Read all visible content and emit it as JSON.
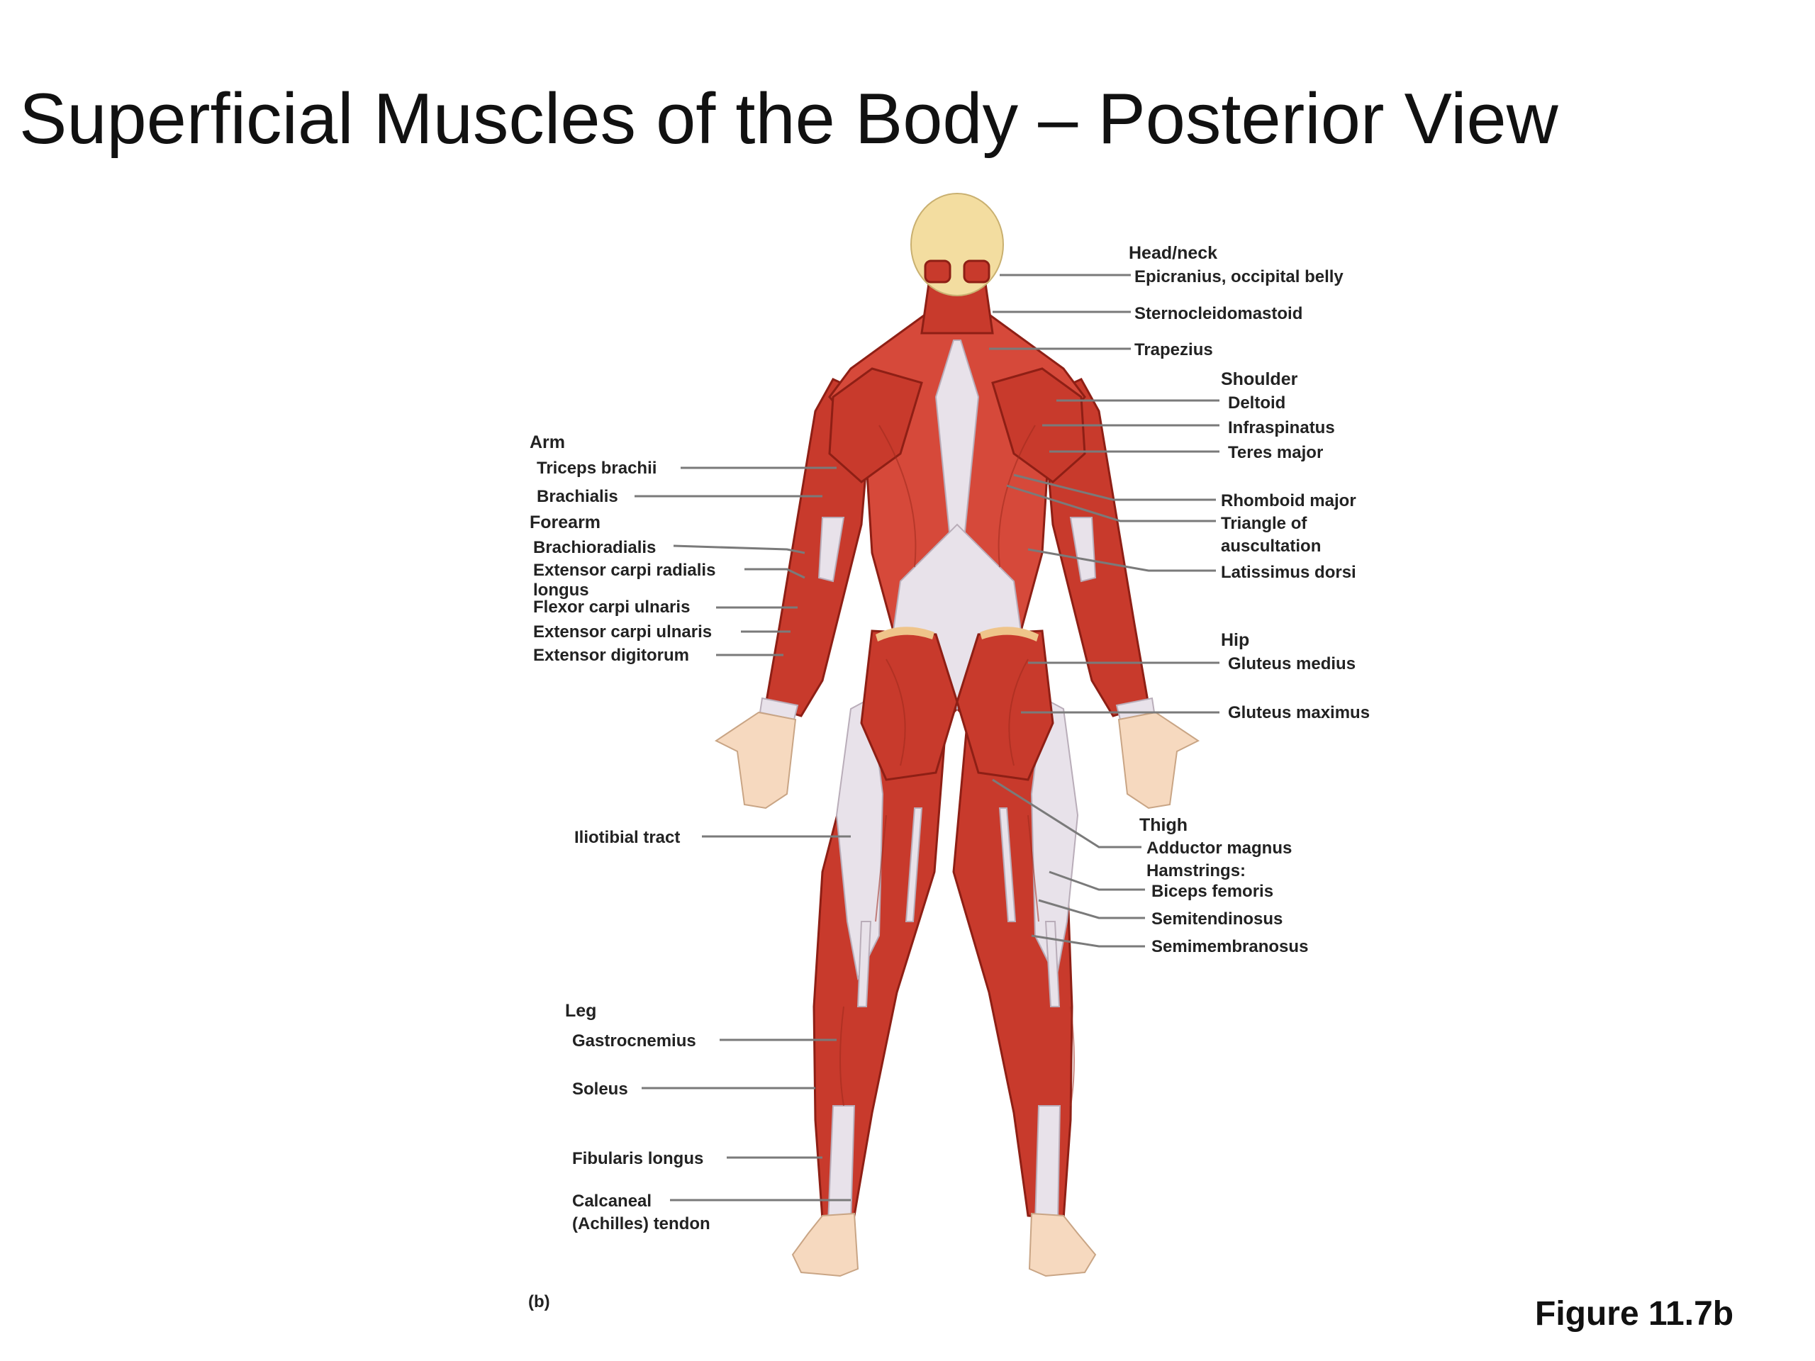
{
  "title": "Superficial Muscles of the Body – Posterior View",
  "figure_label": "Figure 11.7b",
  "panel_label": "(b)",
  "colors": {
    "muscle": "#c83a2c",
    "tendon": "#e8e2ea",
    "skin": "#f6d9bf",
    "scalp": "#f3dda0",
    "leader": "#7a7a7a"
  },
  "left_labels": {
    "arm": {
      "heading": "Arm",
      "triceps": "Triceps brachii",
      "brachialis": "Brachialis"
    },
    "forearm": {
      "heading": "Forearm",
      "brachioradialis": "Brachioradialis",
      "ecrl_line1": "Extensor carpi radialis",
      "ecrl_line2": "longus",
      "fcu": "Flexor carpi ulnaris",
      "ecu": "Extensor carpi ulnaris",
      "ed": "Extensor digitorum"
    },
    "iliotibial": "Iliotibial tract",
    "leg": {
      "heading": "Leg",
      "gastrocnemius": "Gastrocnemius",
      "soleus": "Soleus",
      "fibularis": "Fibularis longus",
      "calcaneal_line1": "Calcaneal",
      "calcaneal_line2": "(Achilles) tendon"
    }
  },
  "right_labels": {
    "head_neck": {
      "heading": "Head/neck",
      "epicranius": "Epicranius, occipital belly",
      "scm": "Sternocleidomastoid",
      "trapezius": "Trapezius"
    },
    "shoulder": {
      "heading": "Shoulder",
      "deltoid": "Deltoid",
      "infraspinatus": "Infraspinatus",
      "teres_major": "Teres major",
      "rhomboid": "Rhomboid major",
      "auscultation_line1": "Triangle of",
      "auscultation_line2": "auscultation",
      "latissimus": "Latissimus dorsi"
    },
    "hip": {
      "heading": "Hip",
      "gluteus_medius": "Gluteus medius",
      "gluteus_maximus": "Gluteus maximus"
    },
    "thigh": {
      "heading": "Thigh",
      "adductor": "Adductor magnus",
      "hamstrings": "Hamstrings:",
      "biceps_femoris": "Biceps femoris",
      "semitendinosus": "Semitendinosus",
      "semimembranosus": "Semimembranosus"
    }
  }
}
